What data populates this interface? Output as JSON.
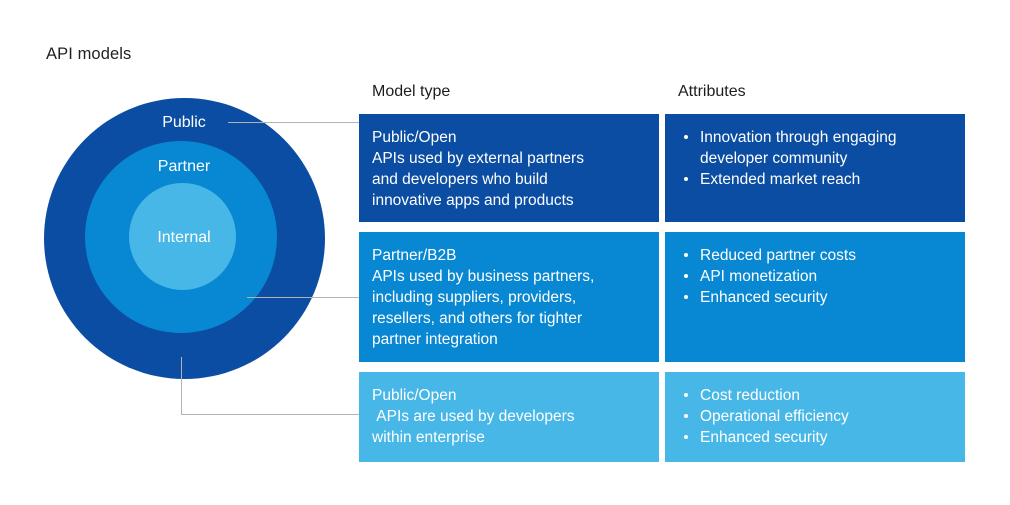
{
  "page": {
    "title": "API models"
  },
  "colors": {
    "dark_blue": "#0b4da2",
    "mid_blue": "#0887d3",
    "light_blue": "#47b7e8",
    "connector_gray": "#b3b3b3",
    "heading_text": "#231f20",
    "box_text": "#ffffff"
  },
  "diagram": {
    "rings": [
      {
        "label": "Public",
        "level": "outer"
      },
      {
        "label": "Partner",
        "level": "middle"
      },
      {
        "label": "Internal",
        "level": "inner"
      }
    ]
  },
  "table": {
    "headers": {
      "model_type": "Model type",
      "attributes": "Attributes"
    },
    "rows": [
      {
        "model": {
          "title": "Public/Open",
          "desc_lines": [
            "APIs used by external partners",
            "and developers who build",
            "innovative apps and products"
          ]
        },
        "attributes": [
          "Innovation through engaging developer community",
          "Extended market reach"
        ]
      },
      {
        "model": {
          "title": "Partner/B2B",
          "desc_lines": [
            "APIs used by business partners,",
            "including suppliers, providers,",
            "resellers, and others for tighter",
            "partner integration"
          ]
        },
        "attributes": [
          "Reduced partner costs",
          "API monetization",
          "Enhanced security"
        ]
      },
      {
        "model": {
          "title": "Public/Open",
          "desc_lines": [
            " APIs are used by developers",
            "within enterprise"
          ]
        },
        "attributes": [
          "Cost reduction",
          "Operational efficiency",
          "Enhanced security"
        ]
      }
    ]
  }
}
